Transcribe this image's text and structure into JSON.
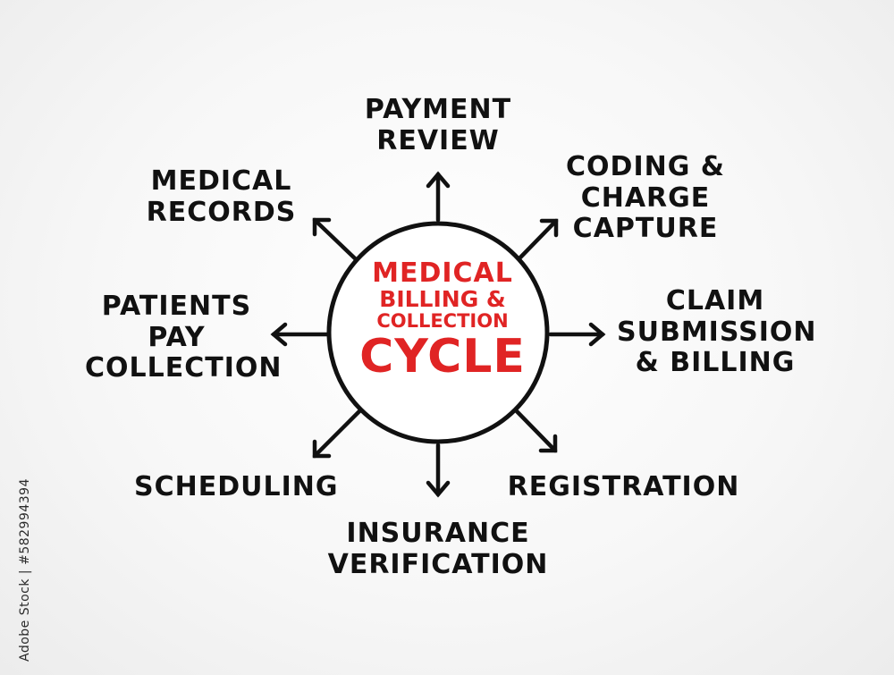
{
  "center": {
    "lines": [
      "Medical",
      "Billing &",
      "Collection",
      "Cycle"
    ]
  },
  "nodes": {
    "payment_review": [
      "Payment",
      "Review"
    ],
    "coding_charge_capture": [
      "Coding &",
      "Charge",
      "Capture"
    ],
    "claim_submission_billing": [
      "Claim",
      "Submission",
      "& Billing"
    ],
    "registration": [
      "Registration"
    ],
    "insurance_verification": [
      "Insurance",
      "Verification"
    ],
    "scheduling": [
      "Scheduling"
    ],
    "patients_pay_collection": [
      "Patients",
      "Pay",
      "Collection"
    ],
    "medical_records": [
      "Medical",
      "Records"
    ]
  },
  "credit": "Adobe Stock | #582994394",
  "colors": {
    "accent": "#e02424",
    "ink": "#111111",
    "background": "#f4f4f4"
  }
}
